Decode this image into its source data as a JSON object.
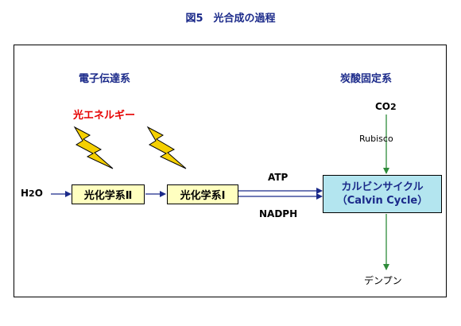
{
  "title": "図5　光合成の過程",
  "sections": {
    "electron_transport": "電子伝達系",
    "carbon_fixation": "炭酸固定系"
  },
  "light_label": "光エネルギー",
  "inputs": {
    "water": "H2O",
    "co2": "CO2"
  },
  "enzyme": "Rubisco",
  "photosystems": {
    "ps2": "光化学系Ⅱ",
    "ps1": "光化学系Ⅰ"
  },
  "energy_carriers": {
    "atp": "ATP",
    "nadph": "NADPH"
  },
  "calvin_cycle": {
    "line1": "カルビンサイクル",
    "line2": "（Calvin Cycle）"
  },
  "product": "デンプン",
  "colors": {
    "title": "#1b2a8a",
    "light_label": "#e60000",
    "photosystem_fill": "#ffffc0",
    "calvin_fill": "#b3e5ef",
    "lightning_fill": "#f5d000",
    "arrow_navy": "#1b2a8a",
    "arrow_green": "#2e8b3a"
  }
}
